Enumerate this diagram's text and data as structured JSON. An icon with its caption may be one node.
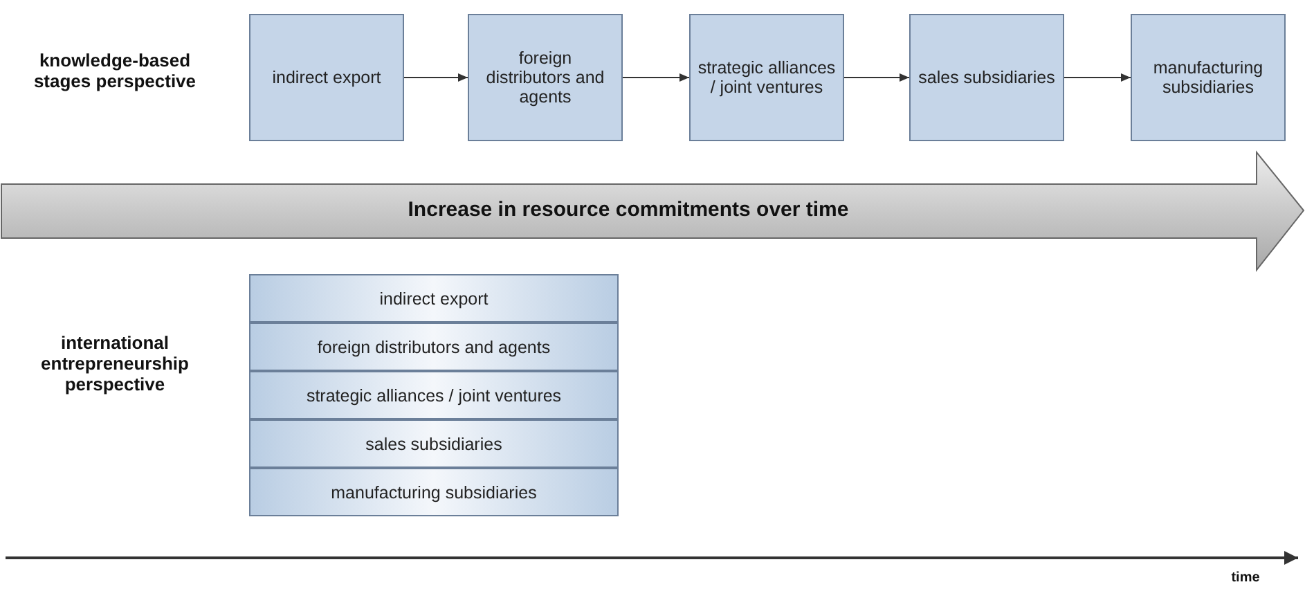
{
  "diagram": {
    "nodes": [
      {
        "text": [
          "indirect export"
        ]
      },
      {
        "text": [
          "foreign distributors and agents"
        ]
      },
      {
        "text": [
          "strategic alliances / joint ventures"
        ]
      },
      {
        "text": [
          "sales subsidiaries"
        ]
      },
      {
        "text": [
          "manufacturing subsidiaries"
        ]
      },
      {
        "text": [
          "Increase in resource commitments over time"
        ]
      },
      {
        "text": [
          "indirect export"
        ]
      },
      {
        "text": [
          "foreign distributors and agents"
        ]
      },
      {
        "text": [
          "strategic alliances / joint ventures"
        ]
      },
      {
        "text": [
          "sales subsidiaries"
        ]
      },
      {
        "text": [
          "manufacturing subsidiaries"
        ]
      }
    ],
    "edges": [
      {
        "from": 0,
        "to": 1,
        "arrow": "to"
      },
      {
        "from": 1,
        "to": 2,
        "arrow": "to"
      },
      {
        "from": 2,
        "to": 3,
        "arrow": "to"
      },
      {
        "from": 3,
        "to": 4,
        "arrow": "to"
      }
    ],
    "labels": [
      "knowledge-based stages perspective",
      "international entrepreneurship perspective",
      "time"
    ]
  }
}
